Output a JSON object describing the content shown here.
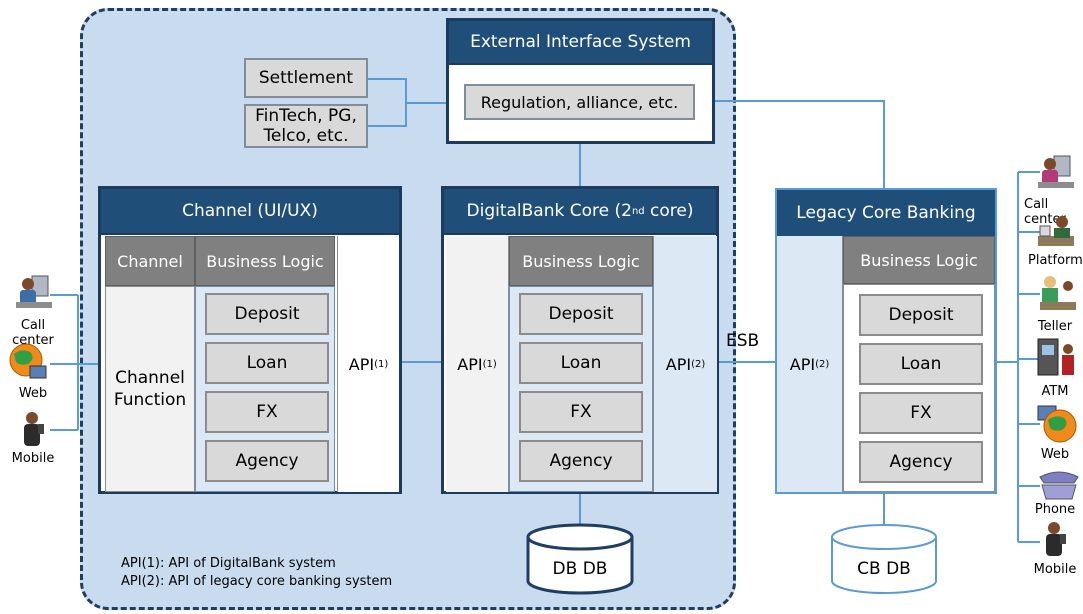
{
  "external": {
    "title": "External Interface System",
    "inner": "Regulation, alliance, etc.",
    "settlement": "Settlement",
    "fintech_line1": "FinTech, PG,",
    "fintech_line2": "Telco, etc."
  },
  "channel": {
    "title": "Channel (UI/UX)",
    "channel_header": "Channel",
    "business_logic": "Business Logic",
    "function_line1": "Channel",
    "function_line2": "Function",
    "modules": [
      "Deposit",
      "Loan",
      "FX",
      "Agency"
    ],
    "api_text": "API",
    "api_sup": "(1)"
  },
  "digital_core": {
    "title_main": "DigitalBank Core (2",
    "title_sup": "nd",
    "title_end": " core)",
    "business_logic": "Business Logic",
    "modules": [
      "Deposit",
      "Loan",
      "FX",
      "Agency"
    ],
    "api_left": "API",
    "api_left_sup": "(1)",
    "api_right": "API",
    "api_right_sup": "(2)",
    "db": "DB DB"
  },
  "legacy": {
    "title": "Legacy Core Banking",
    "business_logic": "Business Logic",
    "modules": [
      "Deposit",
      "Loan",
      "FX",
      "Agency"
    ],
    "api": "API",
    "api_sup": "(2)",
    "db": "CB DB"
  },
  "esb": "ESB",
  "left_channels": [
    "Call center",
    "Web",
    "Mobile"
  ],
  "right_channels": [
    "Call center",
    "Platform",
    "Teller",
    "ATM",
    "Web",
    "Phone",
    "Mobile"
  ],
  "notes": [
    "API(1): API of DigitalBank system",
    "API(2): API of legacy core banking system"
  ],
  "colors": {
    "dark_blue": "#1f4e79",
    "cloud": "#c9dcef",
    "gray": "#808080",
    "line": "#5b9bd5"
  }
}
